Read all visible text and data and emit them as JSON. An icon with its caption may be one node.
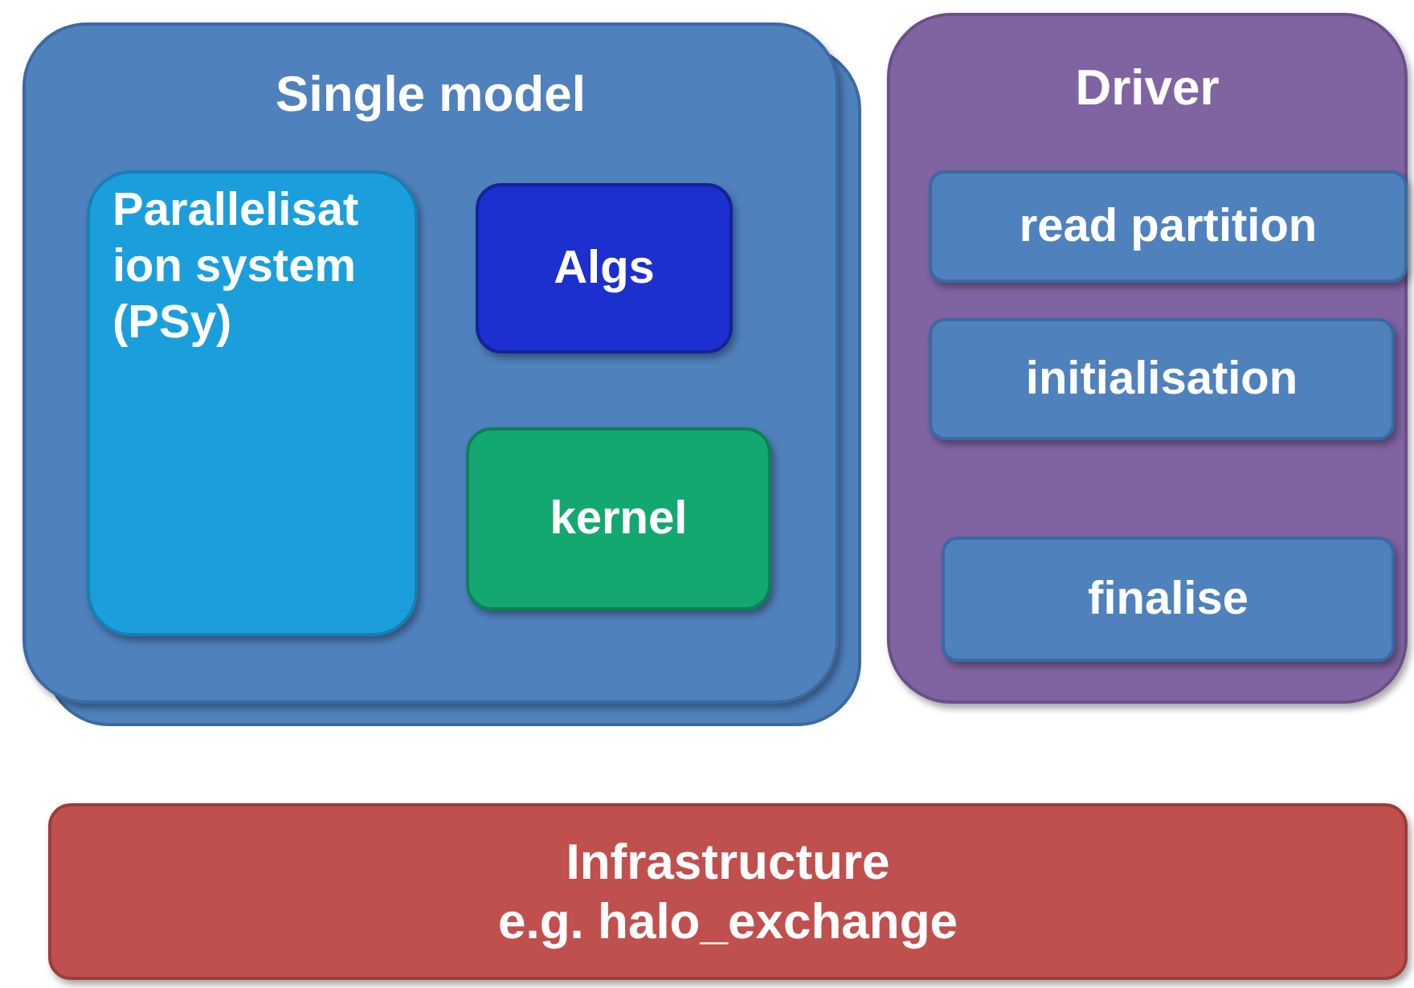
{
  "diagram": {
    "nodes": [
      {
        "text": [
          "Single model"
        ]
      },
      {
        "text": [
          "Parallelisation system (PSy)"
        ],
        "in": 0
      },
      {
        "text": [
          "Algs"
        ],
        "in": 0
      },
      {
        "text": [
          "kernel"
        ],
        "in": 0
      },
      {
        "text": [
          "Driver"
        ]
      },
      {
        "text": [
          "read partition"
        ],
        "in": 4
      },
      {
        "text": [
          "initialisation"
        ],
        "in": 4
      },
      {
        "text": [
          "finalise"
        ],
        "in": 4
      },
      {
        "text": [
          "Infrastructure",
          "e.g. halo_exchange"
        ]
      }
    ]
  }
}
